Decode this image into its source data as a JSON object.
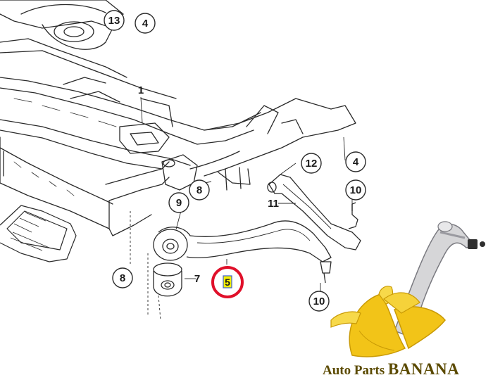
{
  "callouts": {
    "c1": "1",
    "c4_top": "4",
    "c4_right": "4",
    "c5": "5",
    "c7": "7",
    "c8_mid": "8",
    "c8_left": "8",
    "c9": "9",
    "c10_top": "10",
    "c10_bottom": "10",
    "c11": "11",
    "c12": "12",
    "c13": "13"
  },
  "brand": {
    "prefix": "Auto Parts ",
    "name": "BANANA"
  },
  "colors": {
    "line": "#2a2a2a",
    "highlight_ring": "#e0102a",
    "highlight_fill": "#f5f000",
    "banana": "#f2c418",
    "banana_dark": "#c99a05",
    "brand_text": "#5b4a00"
  }
}
